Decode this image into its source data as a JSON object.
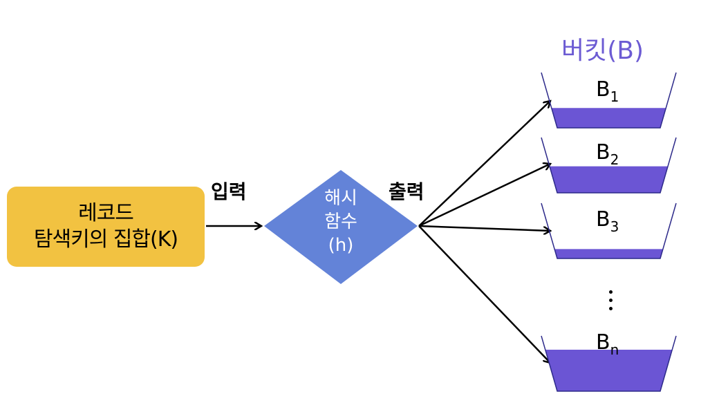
{
  "records": {
    "line1": "레코드",
    "line2": "탐색키의 집합(K)"
  },
  "input_label": "입력",
  "output_label": "출력",
  "hash_function": {
    "line1": "해시",
    "line2": "함수",
    "line3": "(h)"
  },
  "bucket_title": "버킷(B)",
  "buckets": [
    {
      "letter": "B",
      "sub": "1",
      "fill_fraction": 0.36
    },
    {
      "letter": "B",
      "sub": "2",
      "fill_fraction": 0.48
    },
    {
      "letter": "B",
      "sub": "3",
      "fill_fraction": 0.17
    },
    {
      "letter": "B",
      "sub": "n",
      "fill_fraction": 0.75
    }
  ],
  "colors": {
    "records": "#f2c241",
    "hash": "#6383d8",
    "bucket_fill": "#6b55d4",
    "title": "#6c5bd3"
  }
}
